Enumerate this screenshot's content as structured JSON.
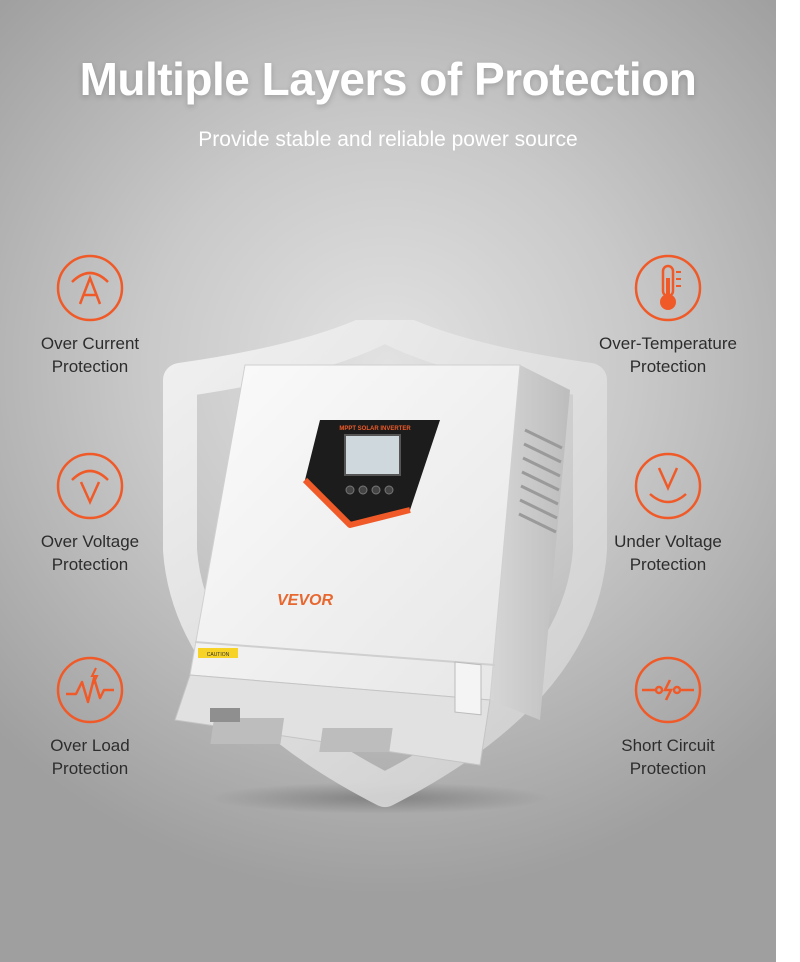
{
  "header": {
    "title": "Multiple Layers of Protection",
    "subtitle": "Provide stable and reliable power source"
  },
  "features": {
    "left": [
      {
        "icon": "ammeter-icon",
        "line1": "Over Current",
        "line2": "Protection"
      },
      {
        "icon": "over-voltage-icon",
        "line1": "Over Voltage",
        "line2": "Protection"
      },
      {
        "icon": "load-pulse-icon",
        "line1": "Over Load",
        "line2": "Protection"
      }
    ],
    "right": [
      {
        "icon": "thermometer-icon",
        "line1": "Over-Temperature",
        "line2": "Protection"
      },
      {
        "icon": "under-voltage-icon",
        "line1": "Under Voltage",
        "line2": "Protection"
      },
      {
        "icon": "short-circuit-icon",
        "line1": "Short Circuit",
        "line2": "Protection"
      }
    ]
  },
  "product": {
    "brand": "VEVOR",
    "panel_label": "MPPT SOLAR INVERTER",
    "warning_label": "CAUTION"
  },
  "colors": {
    "accent": "#f05a28",
    "text_dark": "#2d2d2d",
    "title": "#ffffff"
  }
}
